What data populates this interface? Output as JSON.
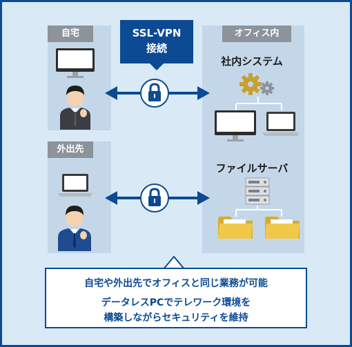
{
  "home": {
    "label": "自宅"
  },
  "outside": {
    "label": "外出先"
  },
  "office": {
    "label": "オフィス内",
    "system_label": "社内システム",
    "file_server_label": "ファイルサーバ"
  },
  "vpn": {
    "line1": "SSL-VPN",
    "line2": "接続"
  },
  "message": {
    "line1": "自宅や外出先でオフィスと同じ業務が可能",
    "line2": "データレスPCでテレワーク環境を",
    "line3": "構築しながらセキュリティを維持"
  },
  "colors": {
    "brand": "#0c4a93",
    "panel": "#c4d7e8",
    "background": "#d9e9f6",
    "tag": "#8c939a",
    "folder": "#e8c13c"
  }
}
